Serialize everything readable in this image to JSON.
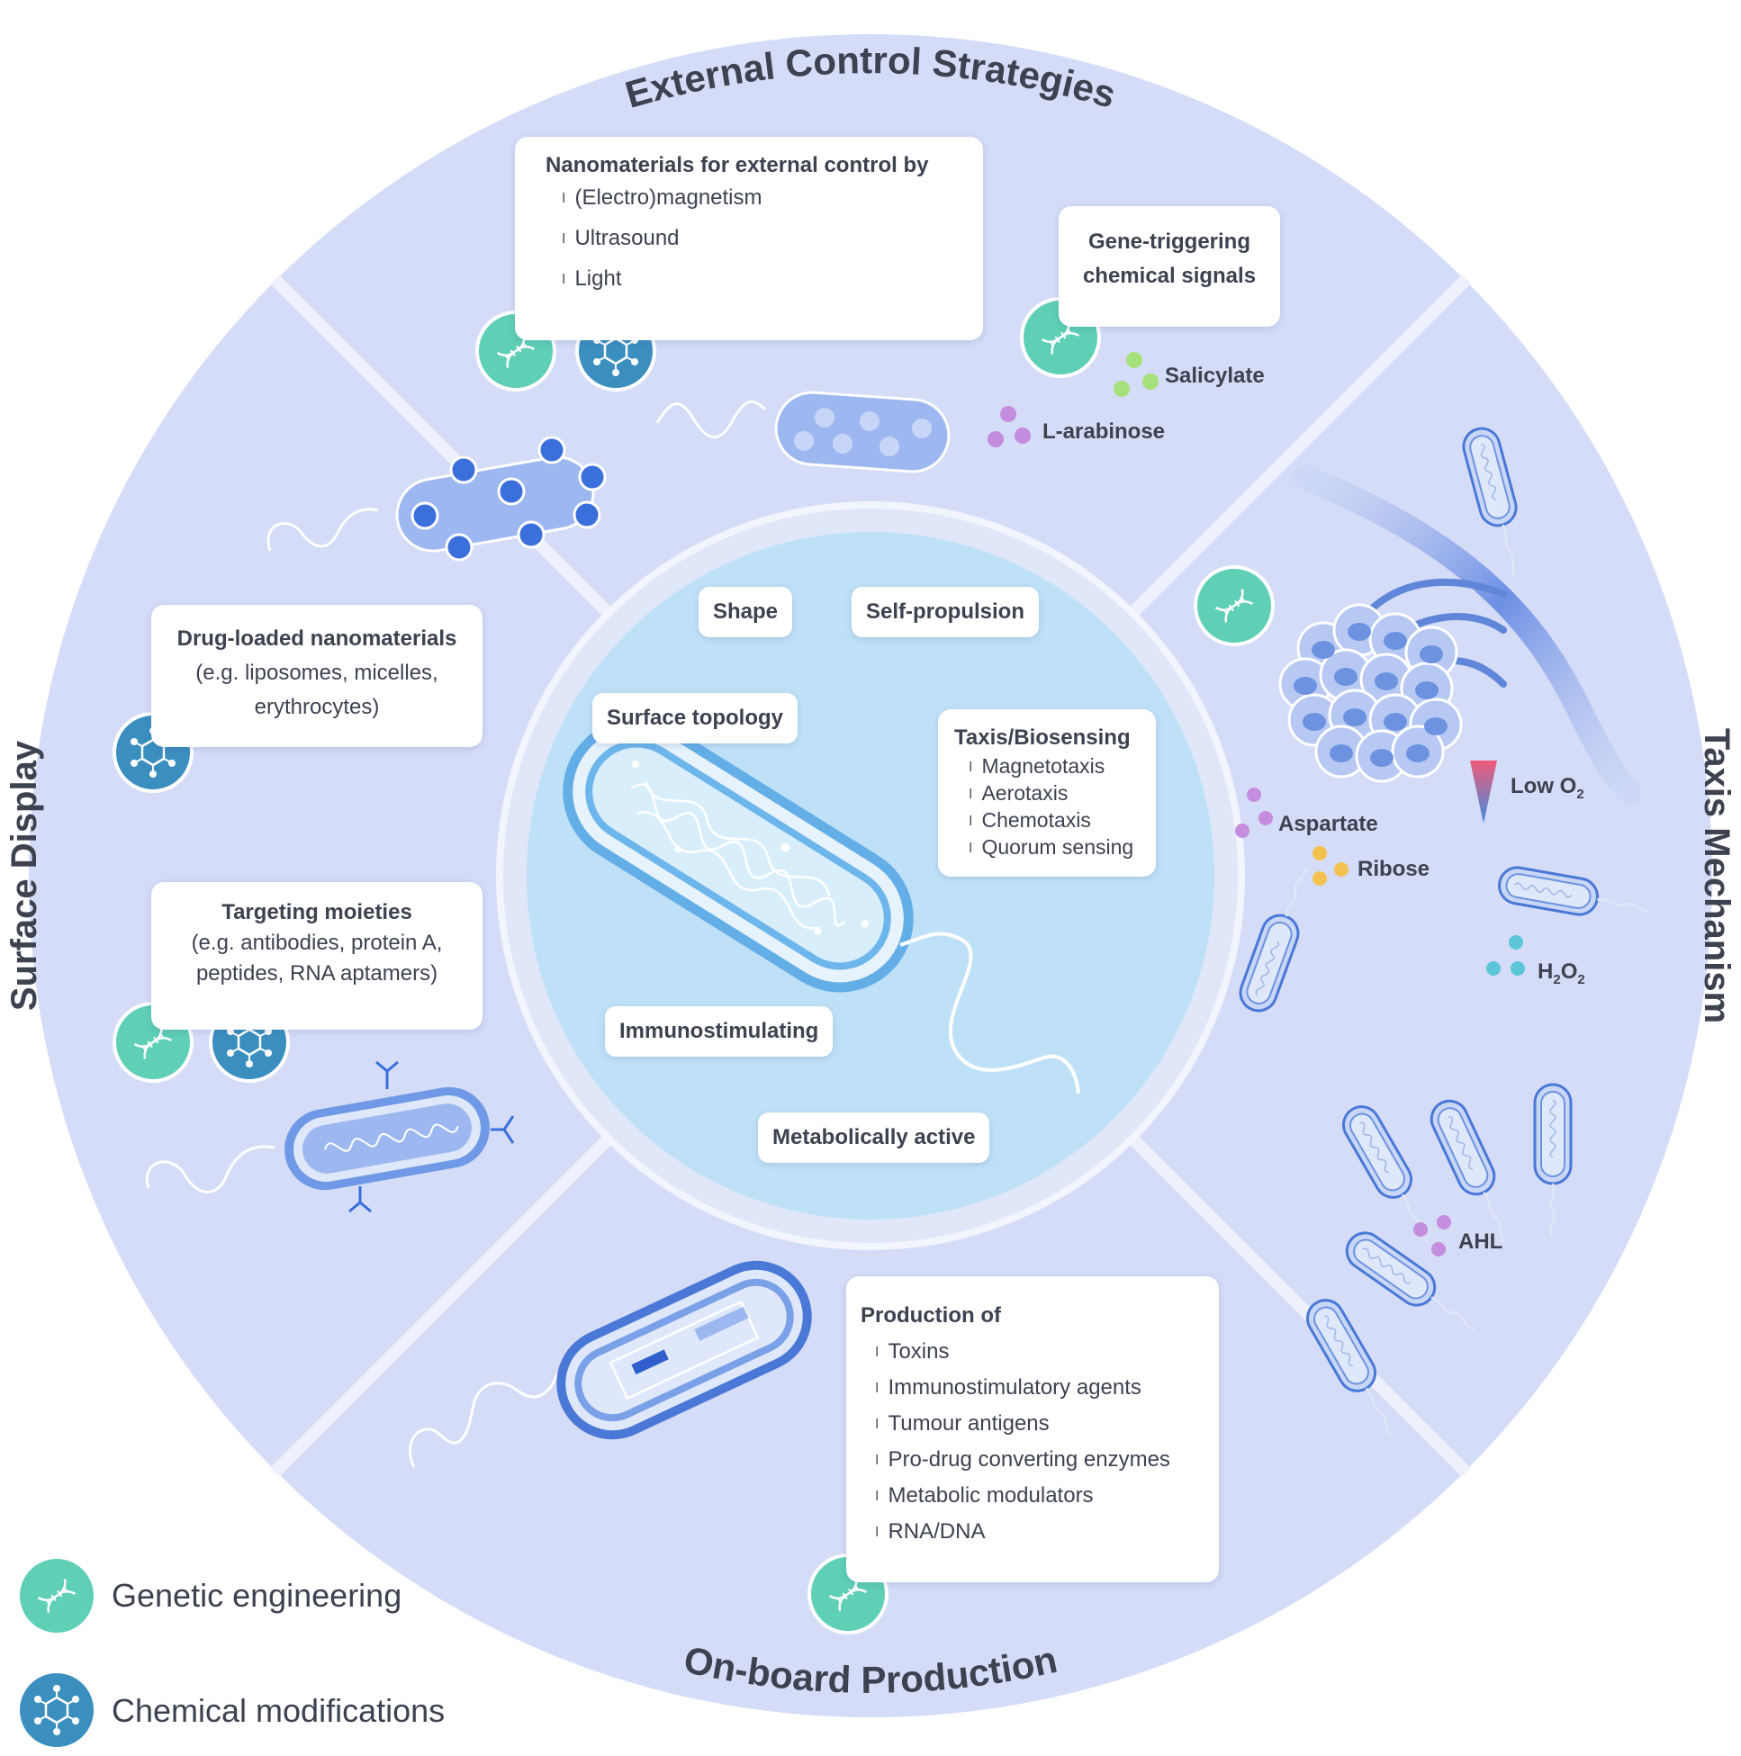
{
  "sections": {
    "top": "External Control Strategies",
    "left": "Surface Display",
    "right": "Taxis Mechanism",
    "bottom": "On-board Production"
  },
  "center": {
    "shape": "Shape",
    "self_propulsion": "Self-propulsion",
    "surface_topology": "Surface topology",
    "taxis_title": "Taxis/Biosensing",
    "taxis_items": [
      "Magnetotaxis",
      "Aerotaxis",
      "Chemotaxis",
      "Quorum sensing"
    ],
    "immunostimulating": "Immunostimulating",
    "metabolically_active": "Metabolically active"
  },
  "external": {
    "nano_title": "Nanomaterials for external control by",
    "nano_items": [
      "(Electro)magnetism",
      "Ultrasound",
      "Light"
    ],
    "gene_title_1": "Gene-triggering",
    "gene_title_2": "chemical signals",
    "salicylate": "Salicylate",
    "arabinose": "L-arabinose"
  },
  "surface": {
    "drug_title": "Drug-loaded nanomaterials",
    "drug_sub_1": "(e.g. liposomes, micelles,",
    "drug_sub_2": "erythrocytes)",
    "target_title": "Targeting moieties",
    "target_sub_1": "(e.g. antibodies, protein A,",
    "target_sub_2": "peptides, RNA aptamers)"
  },
  "taxis": {
    "low_o2": "Low O",
    "low_o2_sub": "2",
    "aspartate": "Aspartate",
    "ribose": "Ribose",
    "h2o2_h": "H",
    "h2o2_sub1": "2",
    "h2o2_o": "O",
    "h2o2_sub2": "2",
    "ahl": "AHL"
  },
  "production": {
    "title": "Production of",
    "items": [
      "Toxins",
      "Immunostimulatory agents",
      "Tumour antigens",
      "Pro-drug converting enzymes",
      "Metabolic modulators",
      "RNA/DNA"
    ]
  },
  "legend": {
    "genetic": "Genetic engineering",
    "chemical": "Chemical modifications"
  },
  "colors": {
    "outer_ring": "#d4dcf7",
    "divider": "#eef1fb",
    "center_disc": "#bfe1f7",
    "center_ring": "#dfe7f8",
    "genetic_icon": "#5fcfb6",
    "chemical_icon": "#3b8fbf",
    "bacterium_fill": "#9db8f0",
    "bacterium_stroke": "#4a78d6",
    "dot_green": "#a6e07a",
    "dot_purple": "#c48ddd",
    "dot_yellow": "#f2c14e",
    "dot_cyan": "#5bc6d8"
  }
}
